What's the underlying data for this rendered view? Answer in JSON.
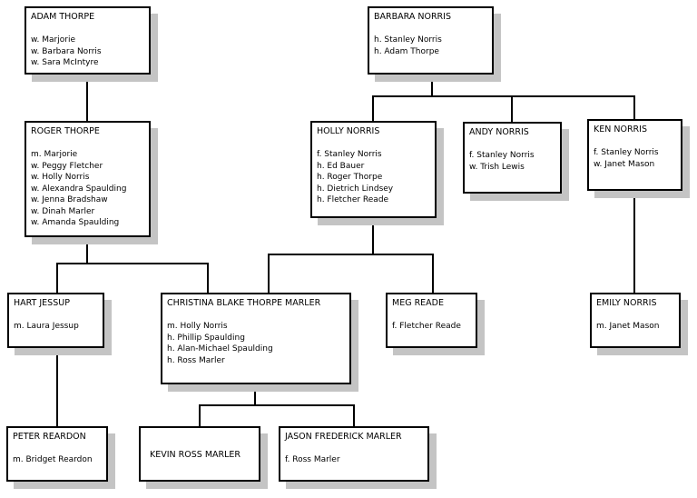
{
  "people": {
    "adam_thorpe": {
      "name": "ADAM THORPE",
      "relations": [
        "w. Marjorie",
        "w. Barbara Norris",
        "w. Sara McIntyre"
      ]
    },
    "barbara_norris": {
      "name": "BARBARA NORRIS",
      "relations": [
        "h. Stanley Norris",
        "h. Adam Thorpe"
      ]
    },
    "roger_thorpe": {
      "name": "ROGER THORPE",
      "relations": [
        "m. Marjorie",
        "w. Peggy Fletcher",
        "w. Holly Norris",
        "w. Alexandra Spaulding",
        "w. Jenna Bradshaw",
        "w. Dinah Marler",
        "w. Amanda Spaulding"
      ]
    },
    "holly_norris": {
      "name": "HOLLY NORRIS",
      "relations": [
        "f. Stanley Norris",
        "h. Ed Bauer",
        "h. Roger Thorpe",
        "h. Dietrich Lindsey",
        "h. Fletcher Reade"
      ]
    },
    "andy_norris": {
      "name": "ANDY NORRIS",
      "relations": [
        "f. Stanley Norris",
        "w. Trish Lewis"
      ]
    },
    "ken_norris": {
      "name": "KEN NORRIS",
      "relations": [
        "f. Stanley Norris",
        "w. Janet Mason"
      ]
    },
    "hart_jessup": {
      "name": "HART JESSUP",
      "relations": [
        "m. Laura Jessup"
      ]
    },
    "christina_marler": {
      "name": "CHRISTINA BLAKE THORPE MARLER",
      "relations": [
        "m. Holly Norris",
        "h. Phillip Spaulding",
        "h. Alan-Michael Spaulding",
        "h. Ross Marler"
      ]
    },
    "meg_reade": {
      "name": "MEG READE",
      "relations": [
        "f. Fletcher Reade"
      ]
    },
    "emily_norris": {
      "name": "EMILY NORRIS",
      "relations": [
        "m. Janet Mason"
      ]
    },
    "peter_reardon": {
      "name": "PETER REARDON",
      "relations": [
        "m. Bridget Reardon"
      ]
    },
    "kevin_marler": {
      "name": "KEVIN ROSS MARLER",
      "relations": []
    },
    "jason_marler": {
      "name": "JASON FREDERICK MARLER",
      "relations": [
        "f. Ross Marler"
      ]
    }
  }
}
